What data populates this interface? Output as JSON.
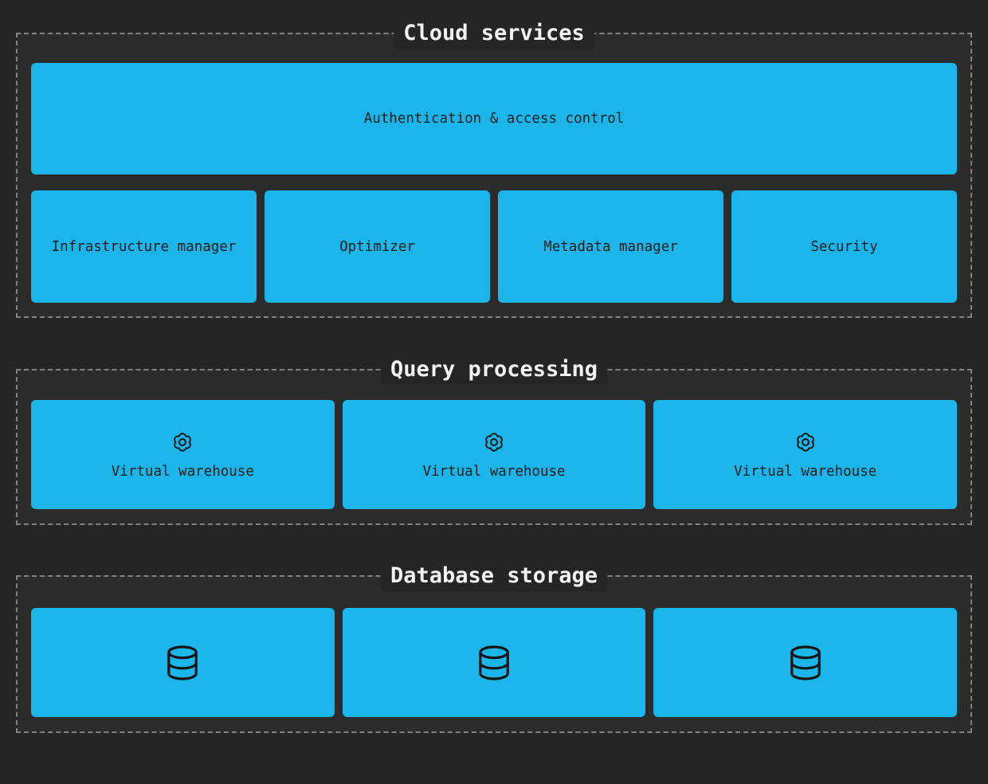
{
  "colors": {
    "background": "#252525",
    "section_fill": "#2d2d2d",
    "dashed_border": "#828282",
    "box_fill": "#1cb5ea",
    "box_text": "#1d1d1d",
    "title_text": "#f2f2f2"
  },
  "sections": [
    {
      "title": "Cloud services",
      "wide_box_label": "Authentication & access control",
      "boxes": [
        "Infrastructure manager",
        "Optimizer",
        "Metadata manager",
        "Security"
      ]
    },
    {
      "title": "Query processing",
      "warehouses": [
        {
          "icon": "gear-icon",
          "label": "Virtual warehouse"
        },
        {
          "icon": "gear-icon",
          "label": "Virtual warehouse"
        },
        {
          "icon": "gear-icon",
          "label": "Virtual warehouse"
        }
      ]
    },
    {
      "title": "Database storage",
      "databases": [
        {
          "icon": "database-icon"
        },
        {
          "icon": "database-icon"
        },
        {
          "icon": "database-icon"
        }
      ]
    }
  ]
}
